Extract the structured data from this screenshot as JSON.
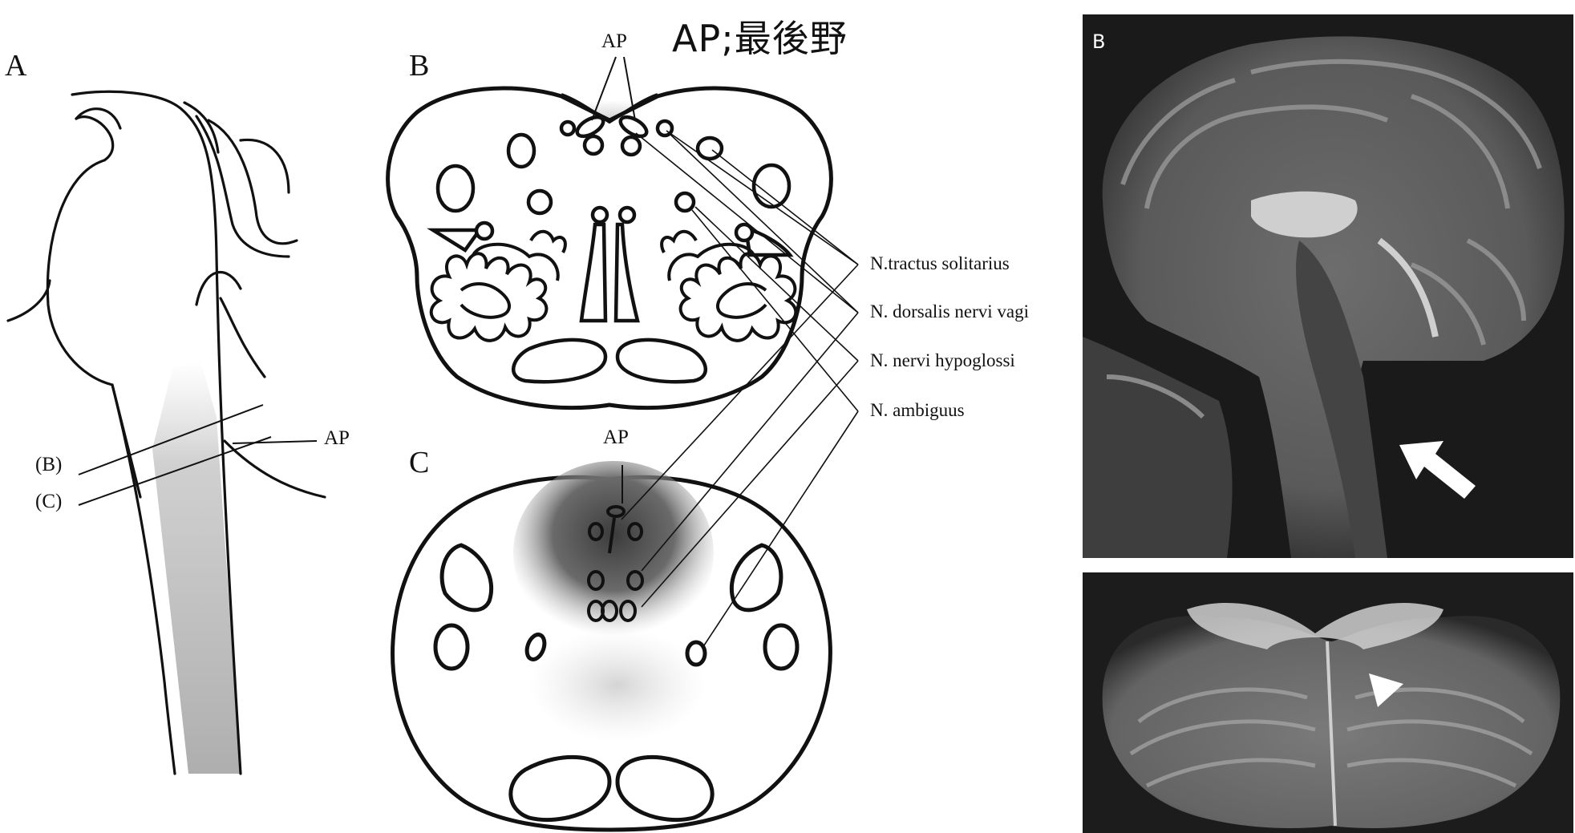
{
  "title": "AP;最後野",
  "panels": {
    "a": {
      "letter": "A",
      "slice_b": "(B)",
      "slice_c": "(C)",
      "ap": "AP"
    },
    "b": {
      "letter": "B",
      "ap": "AP"
    },
    "c": {
      "letter": "C",
      "ap": "AP"
    },
    "mri": {
      "letter": "B"
    }
  },
  "nuclei": [
    "N.tractus solitarius",
    "N. dorsalis nervi vagi",
    "N. nervi hypoglossi",
    "N. ambiguus"
  ]
}
